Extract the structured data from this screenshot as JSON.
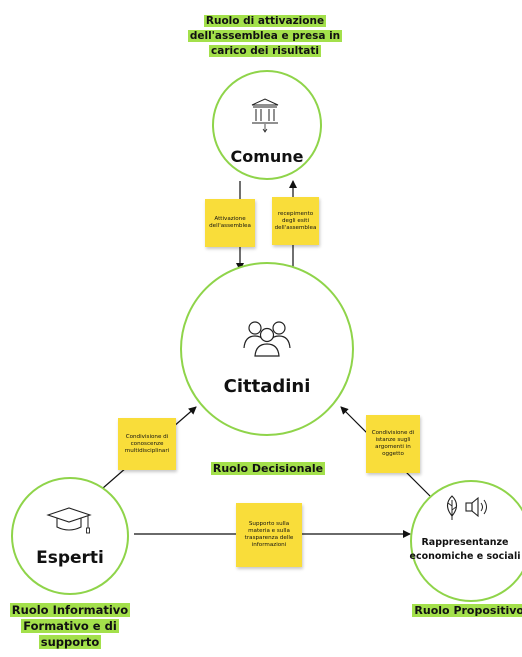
{
  "nodes": {
    "comune": {
      "label": "Comune",
      "role": "Ruolo di attivazione dell'assemblea  e presa in carico dei risultati"
    },
    "cittadini": {
      "label": "Cittadini",
      "role": "Ruolo Decisionale"
    },
    "esperti": {
      "label": "Esperti",
      "role": "Ruolo Informativo Formativo e di supporto"
    },
    "rappresentanze": {
      "label": "Rappresentanze economiche e sociali",
      "role": "Ruolo Propositivo"
    }
  },
  "notes": {
    "attivazione": "Attivazione dell'assemblea",
    "recepimento": "recepimento degli esiti dell'assemblea",
    "conoscenze": "Condivisione di conoscenze multidisciplinari",
    "istanze": "Condivisione di istanze sugli argomenti in oggetto",
    "supporto": "Supporto sulla materia e sulla trasparenza delle informazioni"
  },
  "icons": {
    "comune": "government-building-icon",
    "cittadini": "people-group-icon",
    "esperti": "graduation-cap-icon",
    "rappresentanze": "leaf-and-speaker-icon"
  },
  "colors": {
    "circle": "#8fd44a",
    "highlight": "#a3e04b",
    "note": "#f9dd3a"
  }
}
